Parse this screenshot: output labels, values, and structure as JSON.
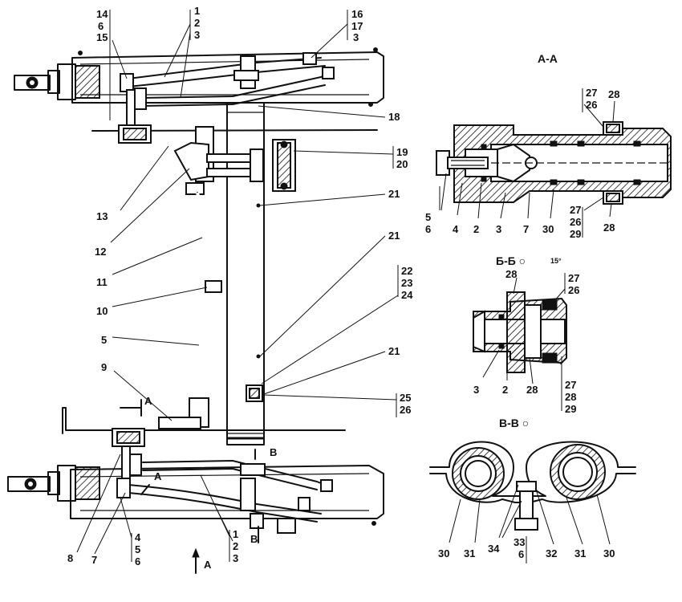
{
  "section_titles": {
    "aa": "А-А",
    "bb": "Б-Б ○",
    "angle": "15°",
    "vv": "В-В ○"
  },
  "view_marks": {
    "a_top": "A",
    "a_mid": "A",
    "a_bottom": "A",
    "b_upper": "B",
    "b_lower": "B"
  },
  "callouts": {
    "top_left_stack": [
      "14",
      "6",
      "15"
    ],
    "top_mid_stack": [
      "1",
      "2",
      "3"
    ],
    "top_right_stack": [
      "16",
      "17",
      "3"
    ],
    "c18": "18",
    "c19_20": [
      "19",
      "20"
    ],
    "c21a": "21",
    "c21b": "21",
    "c21c": "21",
    "c22_24": [
      "22",
      "23",
      "24"
    ],
    "c25_26": [
      "25",
      "26"
    ],
    "c13": "13",
    "c12": "12",
    "c11": "11",
    "c10": "10",
    "c5": "5",
    "c9": "9",
    "c8": "8",
    "c7": "7",
    "bottom_left_stack": [
      "4",
      "5",
      "6"
    ],
    "bottom_mid_stack": [
      "1",
      "2",
      "3"
    ],
    "aa_top": [
      "27",
      "26"
    ],
    "aa_28_top": "28",
    "aa_bottom": [
      "5",
      "6"
    ],
    "aa_4": "4",
    "aa_2": "2",
    "aa_3": "3",
    "aa_7": "7",
    "aa_30": "30",
    "aa_right_stack": [
      "27",
      "26",
      "29"
    ],
    "aa_28_bottom": "28",
    "bb_28": "28",
    "bb_right_top": [
      "27",
      "26"
    ],
    "bb_3": "3",
    "bb_2": "2",
    "bb_28_bottom": "28",
    "bb_right_bottom": [
      "27",
      "28",
      "29"
    ],
    "vv_labels": [
      "30",
      "31",
      "34",
      "33",
      "6",
      "32",
      "31",
      "30"
    ]
  }
}
